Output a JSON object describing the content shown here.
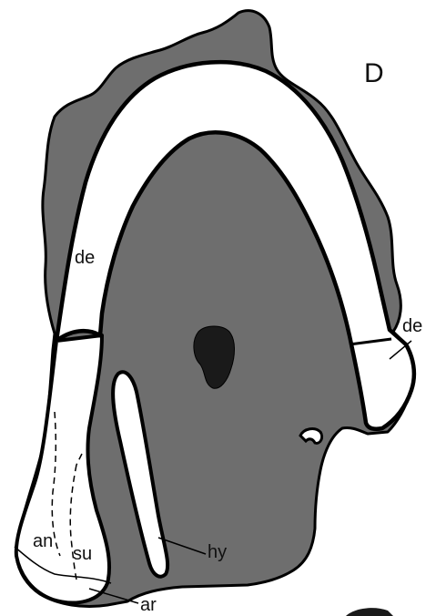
{
  "figure": {
    "panel_letter": "D",
    "labels": {
      "de_upper": "de",
      "de_right": "de",
      "an": "an",
      "su": "su",
      "hy": "hy",
      "ar": "ar"
    },
    "colors": {
      "background": "#ffffff",
      "matrix_gray": "#6e6e6e",
      "bone_white": "#ffffff",
      "outline": "#000000",
      "dark_spot": "#1a1a1a"
    }
  }
}
